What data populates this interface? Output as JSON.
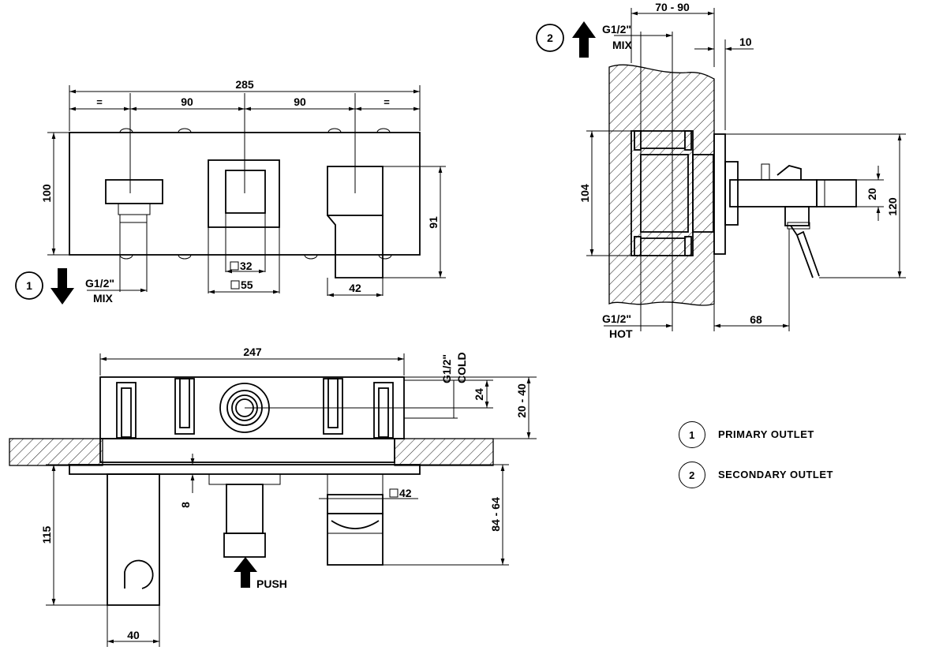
{
  "legend": [
    {
      "num": "1",
      "label": "PRIMARY OUTLET"
    },
    {
      "num": "2",
      "label": "SECONDARY OUTLET"
    }
  ],
  "callouts": {
    "primary": "1",
    "secondary": "2"
  },
  "front_view": {
    "width": "285",
    "left_gap": "=",
    "center_left": "90",
    "center_right": "90",
    "right_gap": "=",
    "height": "100",
    "spout_height": "91",
    "square_inner": "32",
    "square_outer": "55",
    "spout_width": "42",
    "mix_thread": "G1/2\"",
    "mix_label": "MIX"
  },
  "side_view": {
    "wall_range": "70 - 90",
    "plate": "10",
    "body_height": "104",
    "plate_height": "120",
    "handle": "20",
    "depth": "68",
    "mix_thread": "G1/2\"",
    "mix_label": "MIX",
    "hot_thread": "G1/2\"",
    "hot_label": "HOT"
  },
  "bottom_view": {
    "width": "247",
    "cold_thread": "G1/2\"",
    "cold_label": "COLD",
    "inlet": "24",
    "recess": "20 - 40",
    "plate_thickness": "8",
    "holder_height": "115",
    "holder_width": "40",
    "spout_square": "42",
    "spout_projection": "84 - 64",
    "push_label": "PUSH"
  }
}
